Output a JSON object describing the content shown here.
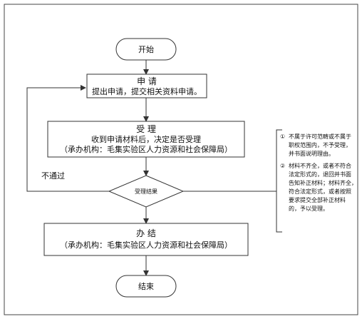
{
  "flow": {
    "start": "开始",
    "apply": {
      "title": "申 请",
      "text": "提出申请，提交相关资料申请。"
    },
    "accept": {
      "title": "受 理",
      "line1": "收到申请材料后，决定是否受理",
      "line2": "（承办机构：毛集实验区人力资源和社会保障局）"
    },
    "decision": "受理结果",
    "reject_label": "不通过",
    "finish": {
      "title": "办 结",
      "text": "（承办机构：毛集实验区人力资源和社会保障局）"
    },
    "end": "结束"
  },
  "notes": {
    "n1": {
      "number": "①",
      "lines": [
        "不属于许可范畴或不属于",
        "职权范围内，不予受理，",
        "并书面说明理由。"
      ]
    },
    "n2": {
      "number": "②",
      "lines": [
        "材料不齐全，或者不符合",
        "法定形式的，退回并书面",
        "告知补正材料；材料齐全，",
        "符合法定形式，或者按照",
        "要求提交全部补正材料",
        "的，予以受理。"
      ]
    }
  }
}
